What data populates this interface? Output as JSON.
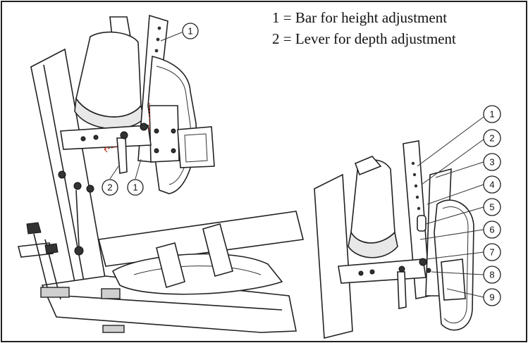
{
  "legend": {
    "line1": "1 = Bar for height adjustment",
    "line2": "2 = Lever for depth adjustment"
  },
  "callouts_upper": [
    "1",
    "2",
    "1"
  ],
  "callouts_right": [
    "1",
    "2",
    "3",
    "4",
    "5",
    "6",
    "7",
    "8",
    "9"
  ]
}
